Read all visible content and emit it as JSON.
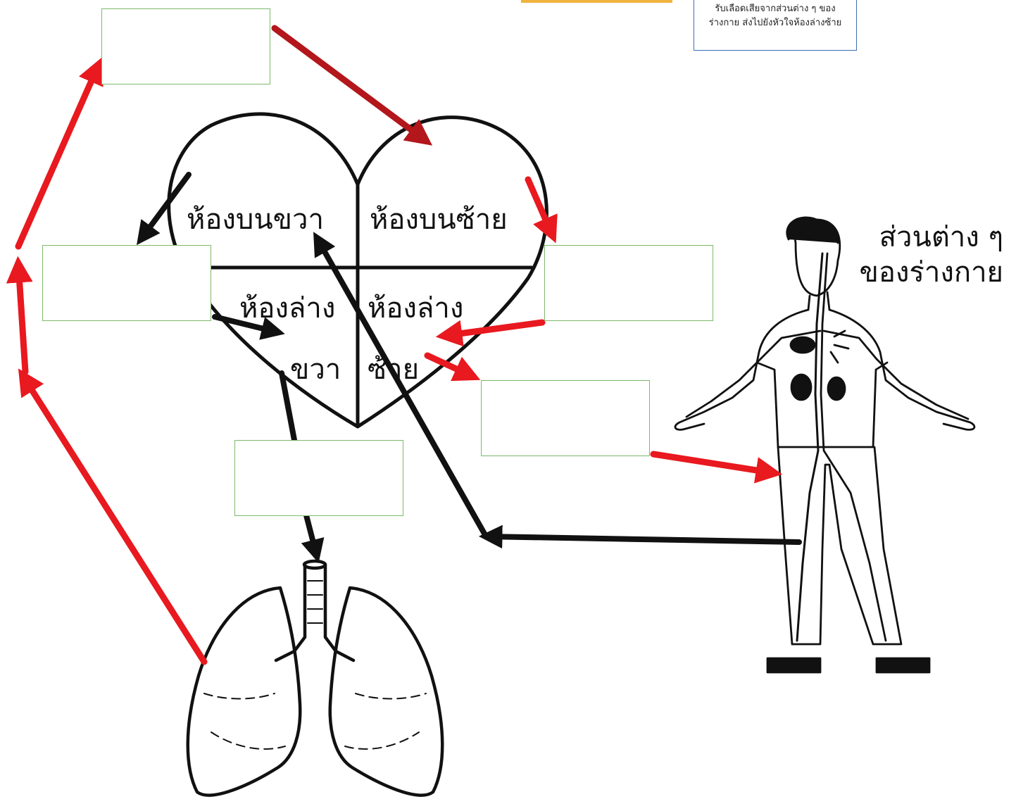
{
  "heart": {
    "chambers": {
      "upper_right": "ห้องบนขวา",
      "upper_left": "ห้องบนซ้าย",
      "lower_right_line1": "ห้องล่าง",
      "lower_right_line2": "ขวา",
      "lower_left_line1": "ห้องล่าง",
      "lower_left_line2": "ซ้าย"
    }
  },
  "body_label": {
    "line1": "ส่วนต่าง ๆ",
    "line2": "ของร่างกาย"
  },
  "example_note": {
    "line1": "รับเลือดเสียจากส่วนต่าง ๆ ของ",
    "line2": "ร่างกาย ส่งไปยังหัวใจห้องล่างซ้าย"
  },
  "blank_boxes": [
    "",
    "",
    "",
    "",
    ""
  ],
  "colors": {
    "oxygenated_arrow": "#e8191f",
    "dark_red_arrow": "#b3161b",
    "deoxygenated_arrow": "#111111",
    "box_border": "#7cb96a",
    "note_border": "#3a6fb5"
  },
  "icons": [
    "heart-outline-icon",
    "lungs-icon",
    "human-body-icon"
  ]
}
